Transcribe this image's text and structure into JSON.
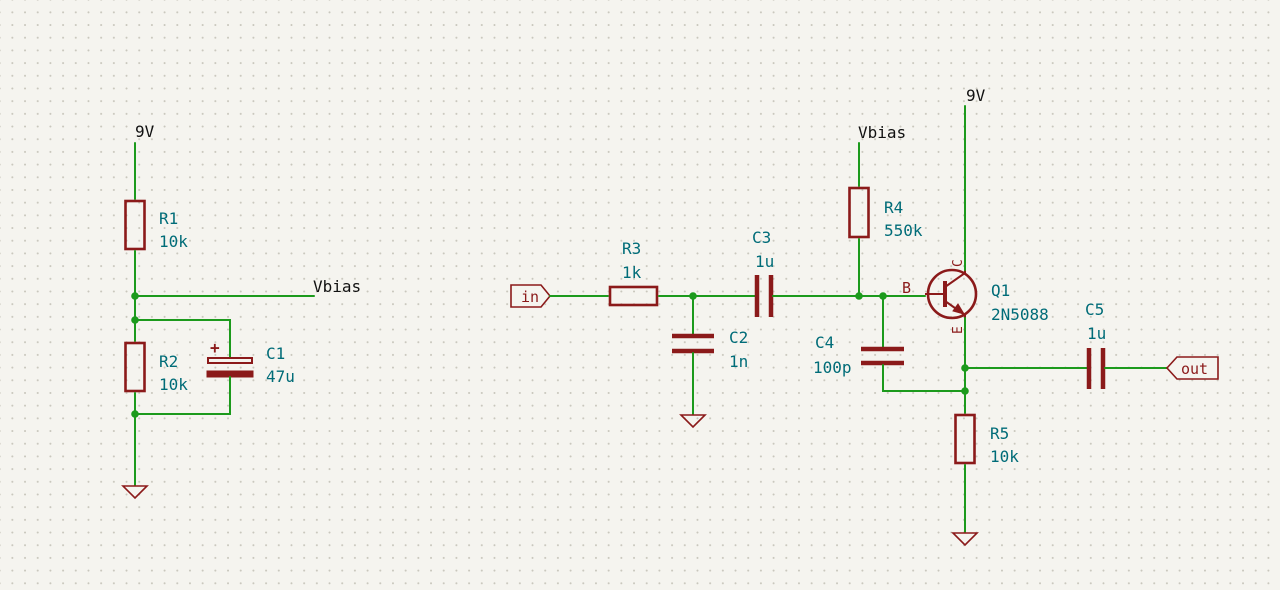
{
  "power": {
    "left_9v": "9V",
    "right_9v": "9V",
    "vbias_out": "Vbias",
    "vbias_in": "Vbias"
  },
  "components": {
    "R1": {
      "ref": "R1",
      "value": "10k"
    },
    "R2": {
      "ref": "R2",
      "value": "10k"
    },
    "C1": {
      "ref": "C1",
      "value": "47u",
      "polarity": "+"
    },
    "R3": {
      "ref": "R3",
      "value": "1k"
    },
    "C2": {
      "ref": "C2",
      "value": "1n"
    },
    "C3": {
      "ref": "C3",
      "value": "1u"
    },
    "R4": {
      "ref": "R4",
      "value": "550k"
    },
    "C4": {
      "ref": "C4",
      "value": "100p"
    },
    "Q1": {
      "ref": "Q1",
      "value": "2N5088",
      "pin_b": "B",
      "pin_c": "C",
      "pin_e": "E"
    },
    "C5": {
      "ref": "C5",
      "value": "1u"
    },
    "R5": {
      "ref": "R5",
      "value": "10k"
    }
  },
  "ports": {
    "input": "in",
    "output": "out"
  },
  "colors": {
    "background": "#f5f4ef",
    "wire": "#1c9a1c",
    "symbol": "#8b1a1a",
    "reference_text": "#006c78",
    "net_text": "#111111"
  }
}
